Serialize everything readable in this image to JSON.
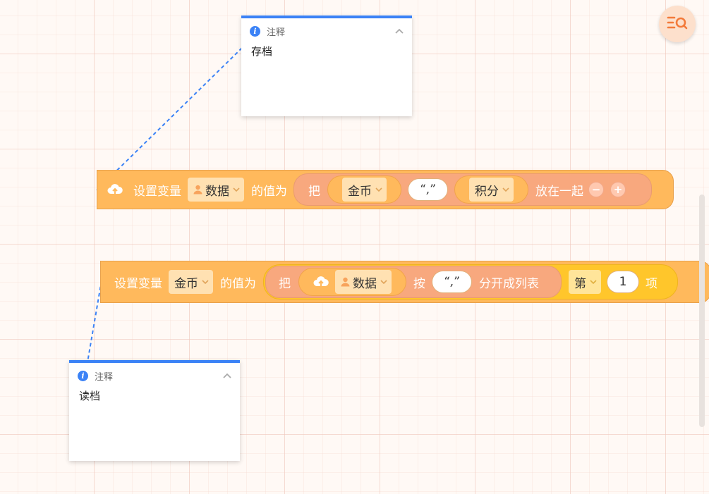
{
  "comments": [
    {
      "title": "注释",
      "body": "存档"
    },
    {
      "title": "注释",
      "body": "读档"
    }
  ],
  "block1": {
    "set_var": "设置变量",
    "var_name": "数据",
    "value_of": "的值为",
    "join_prefix": "把",
    "item1": "金币",
    "separator": "“,”",
    "item2": "积分",
    "join_suffix": "放在一起",
    "minus": "−",
    "plus": "+"
  },
  "block2": {
    "set_var": "设置变量",
    "var_name": "金币",
    "value_of": "的值为",
    "split_prefix": "把",
    "source_var": "数据",
    "by": "按",
    "separator": "“,”",
    "split_suffix": "分开成列表",
    "nth": "第",
    "index": "1",
    "item_suffix": "项"
  },
  "colors": {
    "block_orange": "#ffb95c",
    "join_salmon": "#f8a87e",
    "list_yellow": "#ffc62b",
    "comment_accent": "#3b82f6",
    "connector": "#3b82f6"
  },
  "icons": [
    "info-icon",
    "chevron-up-icon",
    "cloud-upload-icon",
    "person-icon",
    "chevron-down-icon",
    "eq-search-icon"
  ]
}
